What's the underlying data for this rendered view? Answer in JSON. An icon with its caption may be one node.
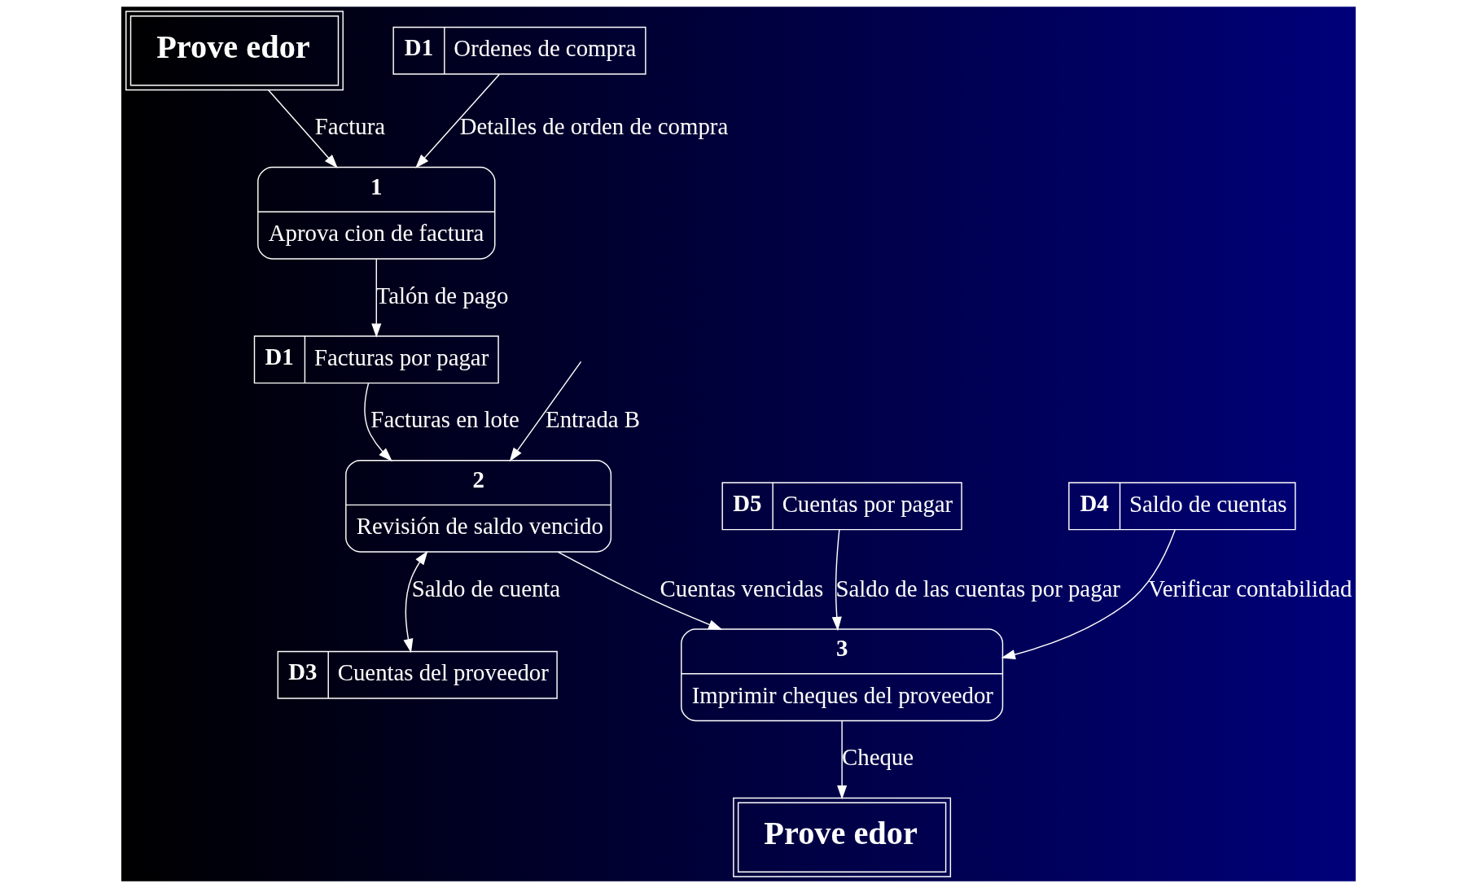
{
  "diagram": {
    "nodes": [
      {
        "text": [
          "Prove edor"
        ]
      },
      {
        "text": [
          "1",
          "Aprova cion de factura"
        ]
      },
      {
        "text": [
          "D1",
          "Ordenes de compra"
        ]
      },
      {
        "text": [
          "D1",
          "Facturas por pagar"
        ]
      },
      {
        "text": [
          "2",
          "Revisión de saldo vencido"
        ]
      },
      {
        "text": [
          "3",
          "Imprimir cheques del proveedor"
        ]
      },
      {
        "text": [
          "Prove edor"
        ]
      },
      {
        "text": [
          "D5",
          "Cuentas por pagar"
        ]
      },
      {
        "text": [
          "D4",
          "Saldo de cuentas"
        ]
      },
      {
        "text": [
          "D3",
          "Cuentas del proveedor"
        ]
      }
    ],
    "edges": [
      {
        "from": 0,
        "to": 1,
        "arrow": "to",
        "label": "Factura"
      },
      {
        "from": 2,
        "to": 1,
        "arrow": "to",
        "label": "Detalles de orden de compra"
      },
      {
        "from": 1,
        "to": 3,
        "arrow": "to",
        "label": "Talón de pago"
      },
      {
        "from": 3,
        "to": 4,
        "arrow": "to",
        "label": "Facturas en lote"
      },
      {
        "from": null,
        "to": 4,
        "arrow": "to",
        "label": "Entrada B"
      },
      {
        "from": 4,
        "to": 5,
        "arrow": "to",
        "label": "Cuentas vencidas"
      },
      {
        "from": 5,
        "to": 6,
        "arrow": "to",
        "label": "Cheque"
      },
      {
        "from": 7,
        "to": 5,
        "arrow": "to",
        "label": "Saldo de las cuentas por pagar"
      },
      {
        "from": 8,
        "to": 5,
        "arrow": "to",
        "label": "Verificar contabilidad"
      },
      {
        "from": 4,
        "to": 9,
        "arrow": "both",
        "label": "Saldo de cuenta"
      }
    ]
  }
}
